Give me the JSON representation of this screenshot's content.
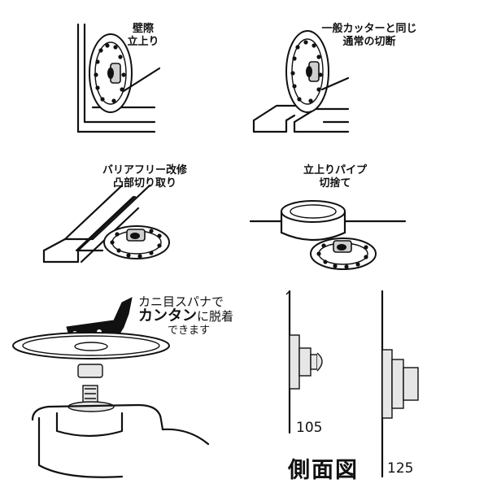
{
  "panels": {
    "wall_edge": {
      "label_line1": "壁際",
      "label_line2": "立上り"
    },
    "normal_cut": {
      "label_line1": "一般カッターと同じ",
      "label_line2": "通常の切断"
    },
    "barrier_free": {
      "label_line1": "バリアフリー改修",
      "label_line2": "凸部切り取り"
    },
    "pipe_cut": {
      "label_line1": "立上りパイプ",
      "label_line2": "切捨て"
    },
    "wrench": {
      "line1": "カニ目スパナで",
      "line2_bold": "カンタン",
      "line2_rest": "に脱着",
      "line3": "できます"
    },
    "side_view": {
      "title": "側面図",
      "size_small": "105",
      "size_large": "125"
    }
  },
  "colors": {
    "ink": "#111111",
    "fill_gray": "#cfcfcf",
    "background": "#ffffff"
  }
}
